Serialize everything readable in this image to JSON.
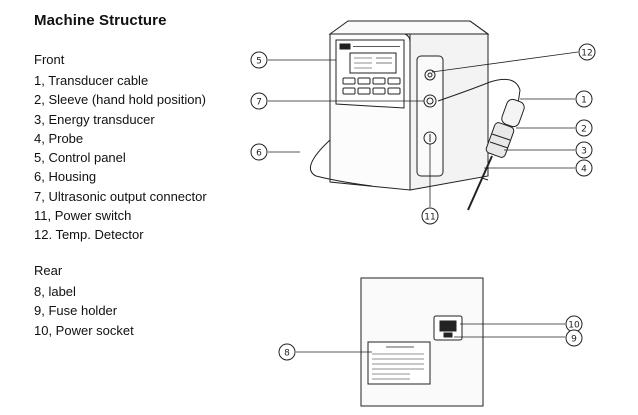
{
  "title": "Machine Structure",
  "front": {
    "heading": "Front",
    "items": [
      "1, Transducer cable",
      "2, Sleeve (hand hold position)",
      "3, Energy transducer",
      "4, Probe",
      "5, Control panel",
      "6, Housing",
      "7, Ultrasonic output connector",
      "11, Power switch",
      "12. Temp. Detector"
    ]
  },
  "rear": {
    "heading": "Rear",
    "items": [
      "8, label",
      "9, Fuse holder",
      "10, Power socket"
    ]
  },
  "callouts": {
    "c1": "1",
    "c2": "2",
    "c3": "3",
    "c4": "4",
    "c5": "5",
    "c6": "6",
    "c7": "7",
    "c8": "8",
    "c9": "9",
    "c10": "10",
    "c11": "11",
    "c12": "12"
  }
}
